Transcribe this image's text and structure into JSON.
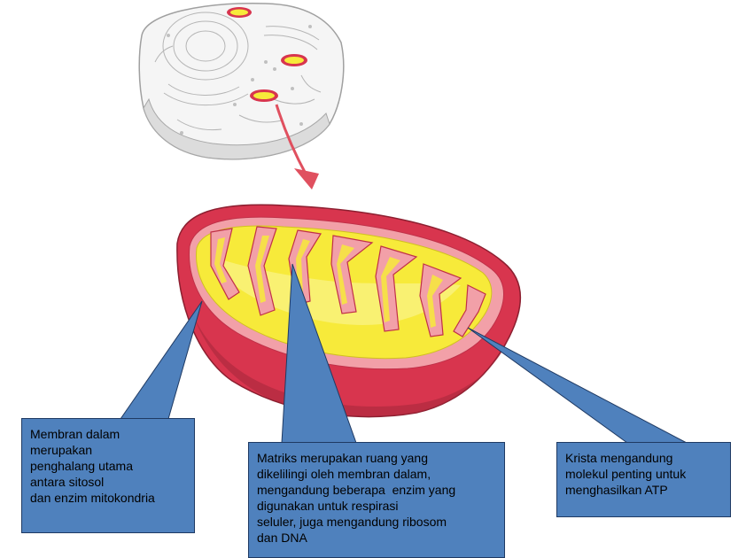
{
  "colors": {
    "outer_membrane": "#d8354e",
    "outer_membrane_dark": "#a8283c",
    "inner_edge": "#f2a0a8",
    "matrix": "#f7ea3a",
    "matrix_light": "#fbf5a0",
    "arrow": "#e0505f",
    "callout_fill": "#4f81bd",
    "callout_border": "#1f3a63",
    "cell_sketch": "#b8b8b8"
  },
  "illustration": {
    "cell": "cell-sketch",
    "arrow": "red-arrow",
    "organelle": "mitochondrion-cutaway"
  },
  "callouts": {
    "membrane": {
      "lines": [
        "Membran dalam",
        "merupakan",
        "penghalang utama",
        "antara sitosol",
        "dan enzim mitokondria"
      ]
    },
    "matrix": {
      "lines": [
        "Matriks merupakan ruang yang",
        "dikelilingi oleh membran dalam,",
        "mengandung beberapa  enzim yang",
        "digunakan untuk respirasi",
        "seluler, juga mengandung ribosom",
        "dan DNA"
      ]
    },
    "cristae": {
      "lines": [
        "Krista mengandung",
        "molekul penting untuk",
        "menghasilkan ATP"
      ]
    }
  }
}
